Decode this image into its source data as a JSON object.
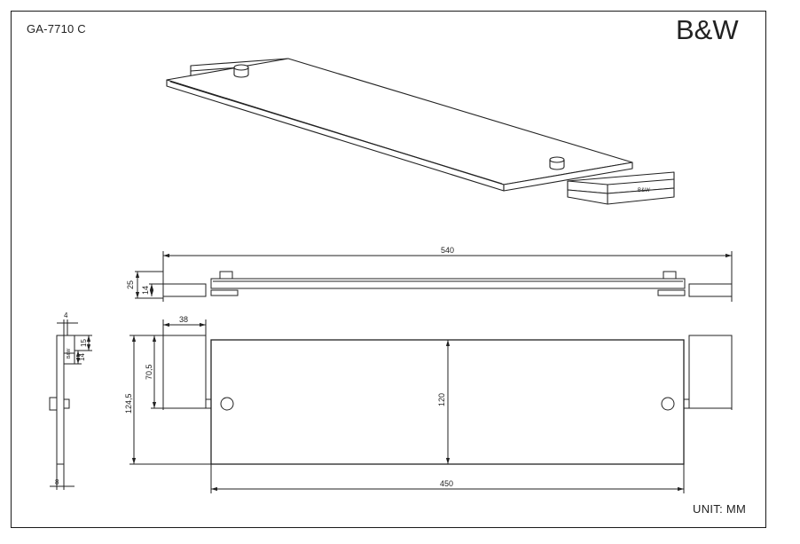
{
  "drawing": {
    "model_code": "GA-7710 C",
    "brand": "B&W",
    "unit_label": "UNIT: MM",
    "iso_plate_mark": "B&W",
    "side_plate_mark": "B&W"
  },
  "dimensions": {
    "overall_length": "540",
    "total_height": "25",
    "bracket_height": "14",
    "bracket_depth": "38",
    "bracket_span": "70,5",
    "plate_width": "120",
    "overall_width": "124,5",
    "plate_length": "450",
    "side_top": "4",
    "side_a": "15",
    "side_b": "14",
    "side_thickness": "8"
  }
}
